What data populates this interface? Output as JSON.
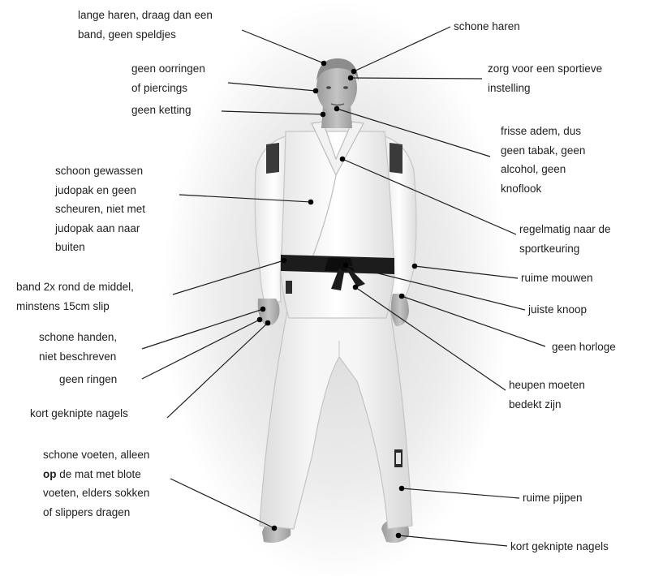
{
  "labels": {
    "long_hair": {
      "line1": "lange haren, draag dan een",
      "line2": "band, geen speldjes"
    },
    "clean_hair": "schone haren",
    "earrings": {
      "line1": "geen oorringen",
      "line2": "of piercings"
    },
    "attitude": {
      "line1": "zorg voor een sportieve",
      "line2": "instelling"
    },
    "necklace": "geen ketting",
    "breath": {
      "line1": "frisse adem, dus",
      "line2": "geen tabak, geen",
      "line3": "alcohol, geen",
      "line4": "knoflook"
    },
    "judogi": {
      "line1": "schoon gewassen",
      "line2": "judopak en geen",
      "line3": "scheuren, niet met",
      "line4": "judopak aan naar",
      "line5": "buiten"
    },
    "checkup": {
      "line1": "regelmatig naar de",
      "line2": "sportkeuring"
    },
    "sleeves": "ruime mouwen",
    "belt": {
      "line1": "band 2x rond de middel,",
      "line2": "minstens 15cm slip"
    },
    "knot": "juiste knoop",
    "hands": {
      "line1": "schone handen,",
      "line2": "niet beschreven"
    },
    "watch": "geen horloge",
    "rings": "geen ringen",
    "hips": {
      "line1": "heupen moeten",
      "line2": "bedekt zijn"
    },
    "nails_hands": "kort geknipte nagels",
    "feet": {
      "line1": "schone voeten, alleen",
      "line2_bold": "op",
      "line2_rest": " de mat met blote",
      "line3": "voeten, elders sokken",
      "line4": "of slippers dragen"
    },
    "trousers": "ruime pijpen",
    "nails_feet": "kort geknipte nagels"
  }
}
